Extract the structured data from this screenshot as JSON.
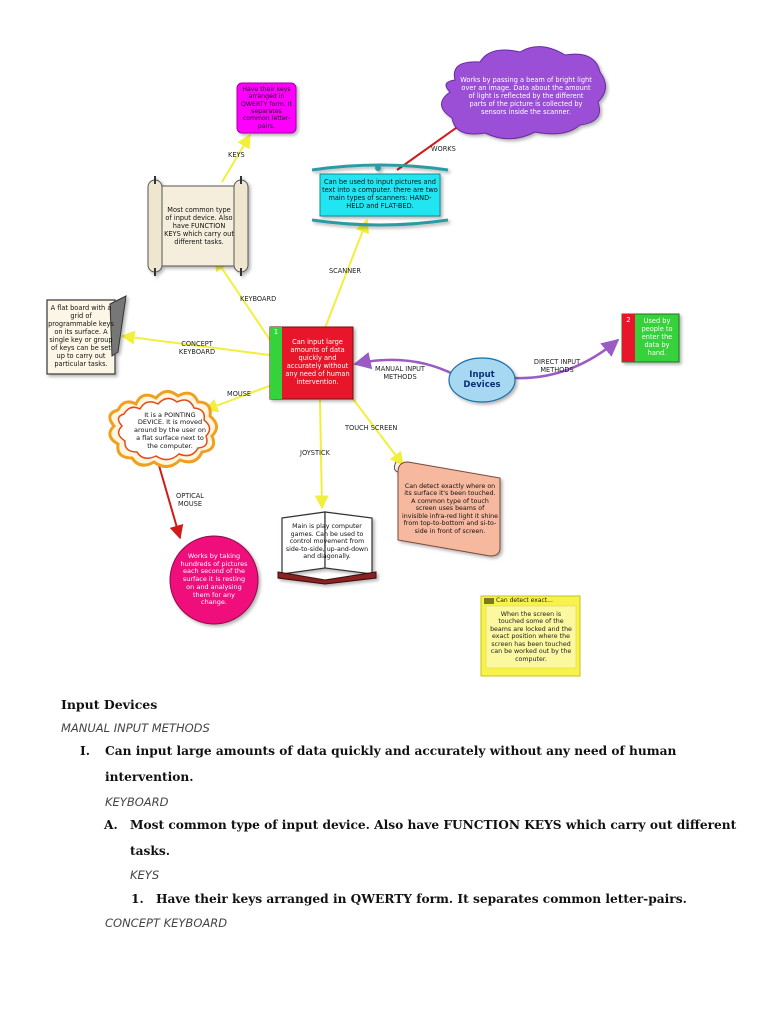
{
  "diagram": {
    "nodes": {
      "keys_note": "Have their keys arranged in QWERTY form. It separates common letter-pairs.",
      "scanner_works_note": "Works by passing a beam of bright light over an image. Data about the amount of light is reflected by the different parts of the picture is collected by sensors inside the scanner.",
      "keyboard_note": "Most common type of input device. Also have FUNCTION KEYS which carry out different tasks.",
      "scanner_note": "Can be used to input pictures and text into a computer. there are two main types of scanners: HAND-HELD and FLAT-BED.",
      "concept_keyboard_note": "A flat board with a grid of programmable keys on its surface. A single key or group of keys can be set up to carry out particular tasks.",
      "manual_input_number": "1",
      "manual_input_note": "Can input large amounts of data quickly and accurately without any need of human intervention.",
      "direct_input_number": "2",
      "direct_input_note": "Used by people to enter the data by hand.",
      "root": "Input Devices",
      "mouse_note": "It is a POINTING DEVICE. It is moved around by the user on a flat surface next to the computer.",
      "touch_screen_note": "Can detect exactly where on its surface it's been touched. A common type of touch screen uses beams of invisible infra-red light it shine from top-to-bottom and si-to-side in front of screen.",
      "joystick_note": "Main is play computer games. Can be used to control movement from side-to-side, up-and-down and diagonally.",
      "optical_mouse_note": "Works by taking hundreds of pictures each second of the surface it is resting on and analysing them for any change.",
      "sticky_title": "Can detect exact...",
      "sticky_note": "When the screen is touched some of the beams are locked and the exact position where the screen has been touched can be worked out by the computer."
    },
    "labels": {
      "keys": "KEYS",
      "works": "WORKS",
      "scanner": "SCANNER",
      "keyboard": "KEYBOARD",
      "concept_keyboard": "CONCEPT KEYBOARD",
      "manual_input_methods": "MANUAL INPUT METHODS",
      "direct_input_methods": "DIRECT INPUT METHODS",
      "mouse": "MOUSE",
      "touch_screen": "TOUCH SCREEN",
      "joystick": "JOYSTICK",
      "optical_mouse": "OPTICAL MOUSE"
    },
    "colors": {
      "arrow": "#f2ef3c",
      "purple_arrow": "#9a5bc4",
      "red_arrow": "#d11a1a",
      "magenta": "#ff00ff",
      "cyan": "#22e5f2",
      "purple_cloud": "#9b4fd6",
      "red_box": "#e8192c",
      "green_strip": "#35d23b",
      "oval": "#a6d8f2",
      "pink_circle": "#f0107c",
      "salmon": "#f7b8a0",
      "sticky": "#f7f34a"
    }
  },
  "outline": {
    "title": "Input Devices",
    "l1": "MANUAL INPUT METHODS",
    "l2_marker": "I.",
    "l2_line1": "Can input large amounts of data quickly and accurately without any need of human",
    "l2_line2": "intervention.",
    "l3": "KEYBOARD",
    "l4_marker": "A.",
    "l4_line1": "Most common type of input device. Also have FUNCTION KEYS which carry out different",
    "l4_line2": "tasks.",
    "l5": "KEYS",
    "l6_marker": "1.",
    "l6_line1": "Have their keys arranged in QWERTY form. It separates common letter-pairs.",
    "l7": "CONCEPT KEYBOARD"
  }
}
